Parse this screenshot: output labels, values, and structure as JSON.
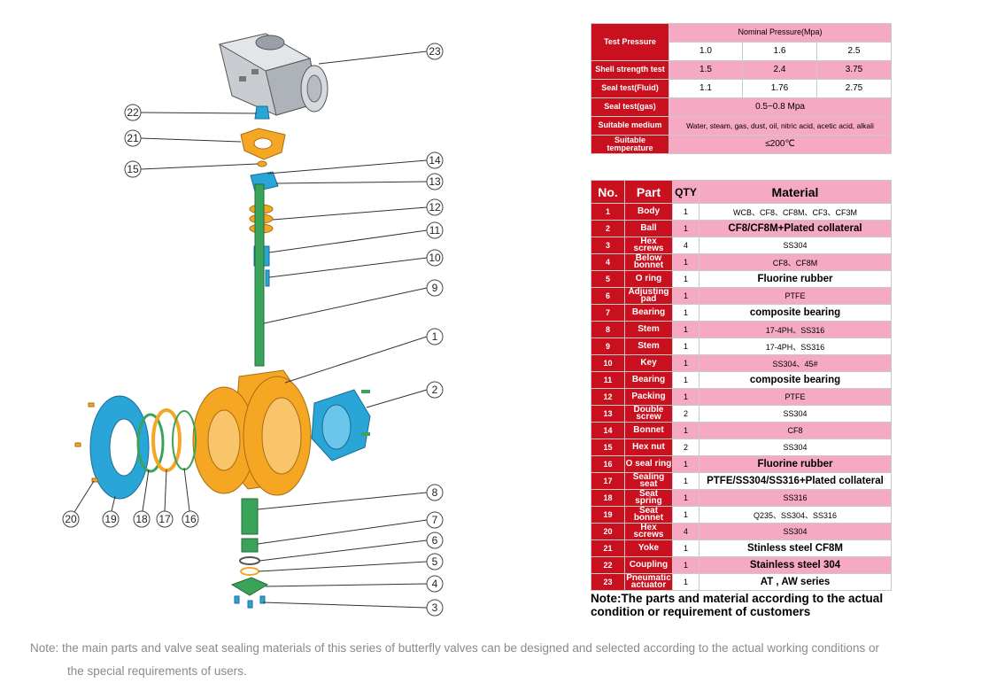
{
  "callouts": [
    "1",
    "2",
    "3",
    "4",
    "5",
    "6",
    "7",
    "8",
    "9",
    "10",
    "11",
    "12",
    "13",
    "14",
    "15",
    "16",
    "17",
    "18",
    "19",
    "20",
    "21",
    "22",
    "23"
  ],
  "pressure_table": {
    "test_pressure_label": "Test Pressure",
    "nominal_label": "Nominal Pressure(Mpa)",
    "nominal_values": [
      "1.0",
      "1.6",
      "2.5"
    ],
    "shell_label": "Shell strength test",
    "shell_values": [
      "1.5",
      "2.4",
      "3.75"
    ],
    "seal_fluid_label": "Seal test(Fluid)",
    "seal_fluid_values": [
      "1.1",
      "1.76",
      "2.75"
    ],
    "seal_gas_label": "Seal test(gas)",
    "seal_gas_value": "0.5~0.8 Mpa",
    "medium_label": "Suitable medium",
    "medium_value": "Water, steam, gas, dust, oil, nitric acid, acetic acid, alkali",
    "temperature_label": "Suitable temperature",
    "temperature_value": "≤200℃"
  },
  "parts_table": {
    "headers": [
      "No.",
      "Part",
      "QTY",
      "Material"
    ],
    "rows": [
      {
        "no": "1",
        "part": "Body",
        "qty": "1",
        "material": "WCB、CF8、CF8M、CF3、CF3M",
        "bold": false
      },
      {
        "no": "2",
        "part": "Ball",
        "qty": "1",
        "material": "CF8/CF8M+Plated collateral",
        "bold": true
      },
      {
        "no": "3",
        "part": "Hex screws",
        "qty": "4",
        "material": "SS304",
        "bold": false
      },
      {
        "no": "4",
        "part": "Below bonnet",
        "qty": "1",
        "material": "CF8、CF8M",
        "bold": false
      },
      {
        "no": "5",
        "part": "O ring",
        "qty": "1",
        "material": "Fluorine rubber",
        "bold": true
      },
      {
        "no": "6",
        "part": "Adjusting pad",
        "qty": "1",
        "material": "PTFE",
        "bold": false
      },
      {
        "no": "7",
        "part": "Bearing",
        "qty": "1",
        "material": "composite bearing",
        "bold": true
      },
      {
        "no": "8",
        "part": "Stem",
        "qty": "1",
        "material": "17-4PH、SS316",
        "bold": false
      },
      {
        "no": "9",
        "part": "Stem",
        "qty": "1",
        "material": "17-4PH、SS316",
        "bold": false
      },
      {
        "no": "10",
        "part": "Key",
        "qty": "1",
        "material": "SS304、45#",
        "bold": false
      },
      {
        "no": "11",
        "part": "Bearing",
        "qty": "1",
        "material": "composite bearing",
        "bold": true
      },
      {
        "no": "12",
        "part": "Packing",
        "qty": "1",
        "material": "PTFE",
        "bold": false
      },
      {
        "no": "13",
        "part": "Double screw",
        "qty": "2",
        "material": "SS304",
        "bold": false
      },
      {
        "no": "14",
        "part": "Bonnet",
        "qty": "1",
        "material": "CF8",
        "bold": false
      },
      {
        "no": "15",
        "part": "Hex nut",
        "qty": "2",
        "material": "SS304",
        "bold": false
      },
      {
        "no": "16",
        "part": "O seal ring",
        "qty": "1",
        "material": "Fluorine rubber",
        "bold": true
      },
      {
        "no": "17",
        "part": "Sealing seat",
        "qty": "1",
        "material": "PTFE/SS304/SS316+Plated collateral",
        "bold": true
      },
      {
        "no": "18",
        "part": "Seat spring",
        "qty": "1",
        "material": "SS316",
        "bold": false
      },
      {
        "no": "19",
        "part": "Seat bonnet",
        "qty": "1",
        "material": "Q235、SS304、SS316",
        "bold": false
      },
      {
        "no": "20",
        "part": "Hex screws",
        "qty": "4",
        "material": "SS304",
        "bold": false
      },
      {
        "no": "21",
        "part": "Yoke",
        "qty": "1",
        "material": "Stinless steel CF8M",
        "bold": true
      },
      {
        "no": "22",
        "part": "Coupling",
        "qty": "1",
        "material": "Stainless steel 304",
        "bold": true
      },
      {
        "no": "23",
        "part": "Pneumatic actuator",
        "qty": "1",
        "material": "AT , AW series",
        "bold": true
      }
    ]
  },
  "note_right": "Note:The parts and material according to the actual condition or requirement of customers",
  "note_bottom": {
    "line1": "Note: the main parts and valve seat sealing materials of this series of butterfly valves can be designed and selected according to the actual working conditions or",
    "line2": "the special requirements of users."
  },
  "colors": {
    "header_red": "#c8101e",
    "row_pink": "#f6a9c2",
    "body_orange": "#f5a623",
    "ball_blue": "#2aa5d8",
    "stem_green": "#3aa35a",
    "actuator_gray": "#c9cdd2"
  }
}
